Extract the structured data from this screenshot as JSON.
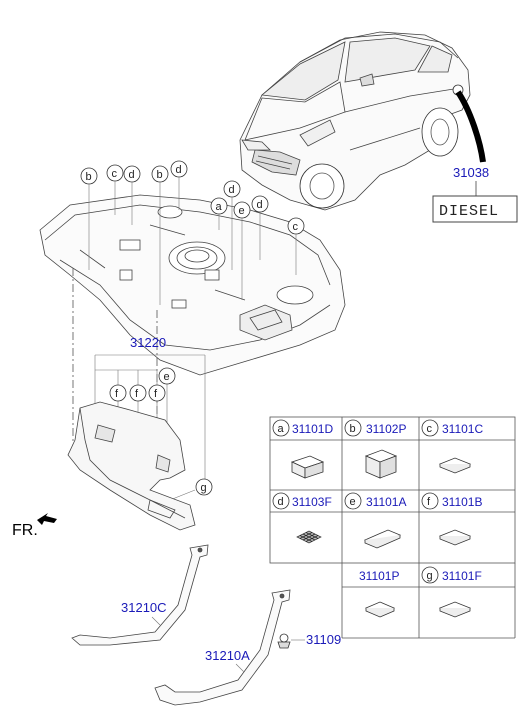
{
  "part_numbers": {
    "diesel_label": "31038",
    "shield": "31220",
    "band_c": "31210C",
    "band_a": "31210A",
    "bolt": "31109"
  },
  "diesel_text": "DIESEL",
  "front_marker": "FR.",
  "callouts": [
    "b",
    "c",
    "d",
    "b",
    "d",
    "d",
    "a",
    "e",
    "d",
    "c",
    "f",
    "f",
    "f",
    "e",
    "g"
  ],
  "legend": [
    {
      "letter": "a",
      "part": "31101D"
    },
    {
      "letter": "b",
      "part": "31102P"
    },
    {
      "letter": "c",
      "part": "31101C"
    },
    {
      "letter": "d",
      "part": "31103F"
    },
    {
      "letter": "e",
      "part": "31101A"
    },
    {
      "letter": "f",
      "part": "31101B"
    },
    {
      "letter": "",
      "part": "31101P"
    },
    {
      "letter": "g",
      "part": "31101F"
    }
  ]
}
